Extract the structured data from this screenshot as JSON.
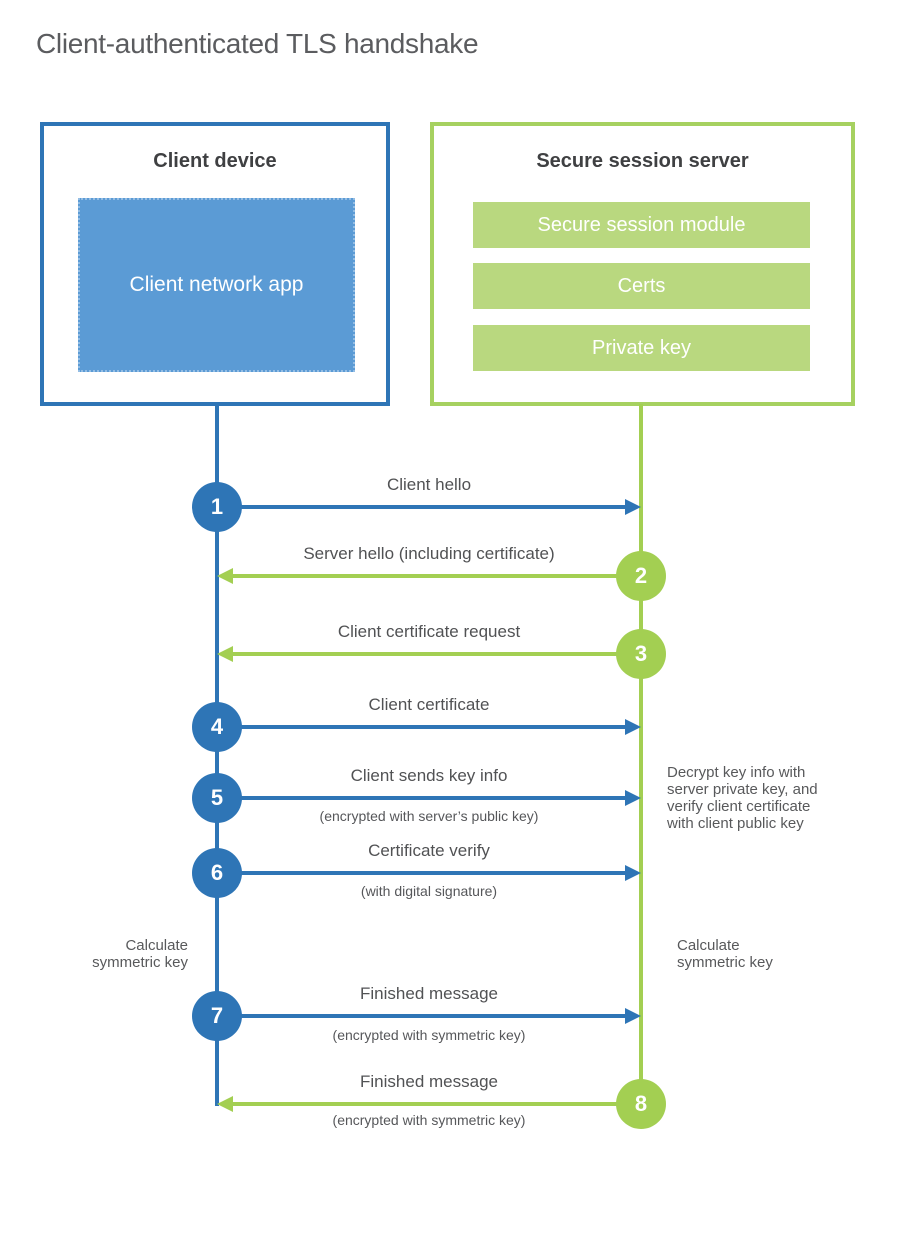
{
  "page": {
    "title": "Client-authenticated TLS handshake"
  },
  "client_box": {
    "title": "Client device",
    "app_label": "Client network app"
  },
  "server_box": {
    "title": "Secure session server",
    "modules": [
      "Secure session module",
      "Certs",
      "Private key"
    ]
  },
  "steps": [
    {
      "number": "1",
      "actor": "client",
      "direction": "right",
      "label": "Client hello",
      "sublabel": ""
    },
    {
      "number": "2",
      "actor": "server",
      "direction": "left",
      "label": "Server hello (including certificate)",
      "sublabel": ""
    },
    {
      "number": "3",
      "actor": "server",
      "direction": "left",
      "label": "Client certificate request",
      "sublabel": ""
    },
    {
      "number": "4",
      "actor": "client",
      "direction": "right",
      "label": "Client certificate",
      "sublabel": ""
    },
    {
      "number": "5",
      "actor": "client",
      "direction": "right",
      "label": "Client sends key info",
      "sublabel": "(encrypted with server’s public key)"
    },
    {
      "number": "6",
      "actor": "client",
      "direction": "right",
      "label": "Certificate verify",
      "sublabel": "(with digital signature)"
    },
    {
      "number": "7",
      "actor": "client",
      "direction": "right",
      "label": "Finished message",
      "sublabel": "(encrypted with symmetric key)"
    },
    {
      "number": "8",
      "actor": "server",
      "direction": "left",
      "label": "Finished message",
      "sublabel": "(encrypted with symmetric key)"
    }
  ],
  "notes": {
    "decrypt_note": "Decrypt key info with server private key, and verify client certificate with client public key",
    "calc_left": "Calculate symmetric key",
    "calc_right": "Calculate symmetric key"
  },
  "colors": {
    "blue": "#2e75b6",
    "light_blue": "#5b9bd5",
    "green": "#a3cf52",
    "light_green": "#b9d87f"
  }
}
